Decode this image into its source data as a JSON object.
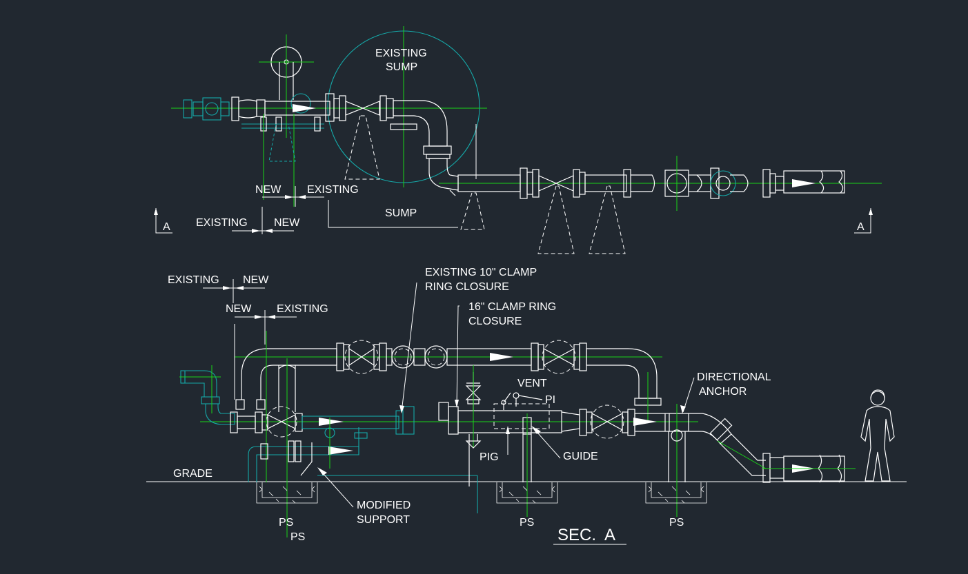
{
  "plan_view": {
    "sump_label": "EXISTING\nSUMP",
    "new_label_1": "NEW",
    "existing_label_1": "EXISTING",
    "existing_label_2": "EXISTING",
    "new_label_2": "NEW",
    "sump_label_2": "SUMP",
    "section_mark_left": "A",
    "section_mark_right": "A"
  },
  "section_view": {
    "existing_label_3": "EXISTING",
    "new_label_3": "NEW",
    "new_label_4": "NEW",
    "existing_label_4": "EXISTING",
    "clamp_10_line1": "EXISTING 10\" CLAMP",
    "clamp_10_line2": "RING CLOSURE",
    "clamp_16_line1": "16\" CLAMP RING",
    "clamp_16_line2": "CLOSURE",
    "vent": "VENT",
    "pi": "PI",
    "directional_line1": "DIRECTIONAL",
    "directional_line2": "ANCHOR",
    "grade": "GRADE",
    "pig": "PIG",
    "guide": "GUIDE",
    "modified_line1": "MODIFIED",
    "modified_line2": "SUPPORT",
    "ps_1": "PS",
    "ps_2": "PS",
    "ps_3": "PS",
    "ps_4": "PS",
    "title": "SEC.  A"
  },
  "colors": {
    "background": "#212830",
    "line_white": "#ffffff",
    "line_green": "#19d419",
    "line_cyan": "#15a9a9"
  }
}
